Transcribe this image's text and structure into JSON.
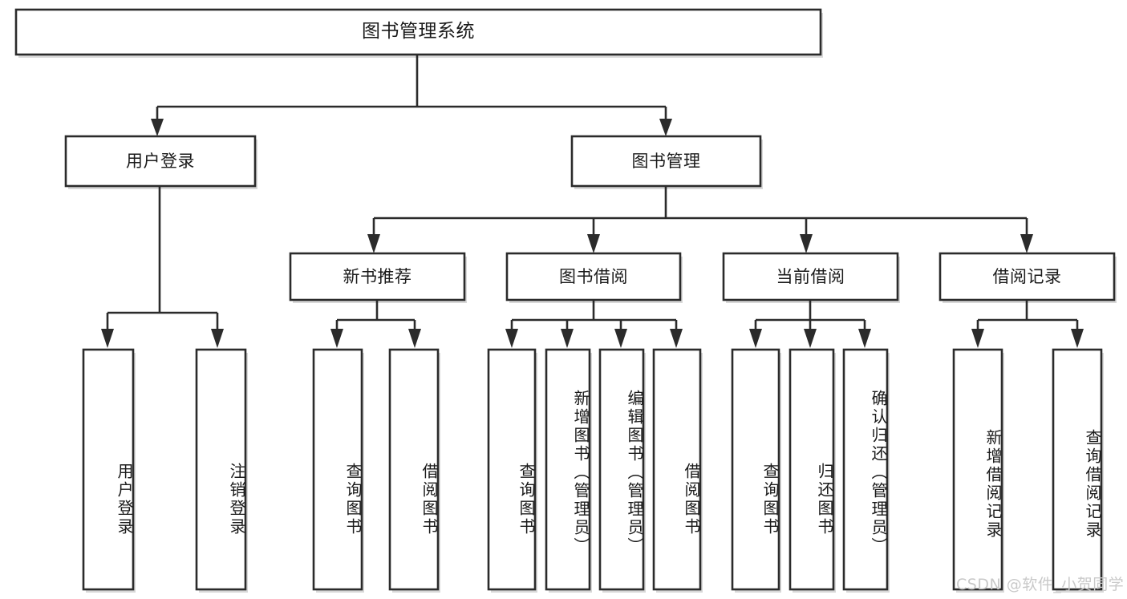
{
  "diagram": {
    "title": "图书管理系统",
    "type": "hierarchy-tree",
    "watermark": "CSDN @软件_小贺同学",
    "colors": {
      "stroke": "#2b2b2b",
      "fill": "#ffffff",
      "text": "#1a1a1a",
      "watermark": "#c9c9c9",
      "background": "#ffffff"
    },
    "nodes": {
      "root": {
        "label": "图书管理系统",
        "level": 1,
        "orientation": "horizontal"
      },
      "level2": [
        {
          "id": "user-login",
          "label": "用户登录",
          "orientation": "horizontal"
        },
        {
          "id": "book-manage",
          "label": "图书管理",
          "orientation": "horizontal"
        }
      ],
      "level3": [
        {
          "id": "new-book-recommend",
          "label": "新书推荐",
          "orientation": "horizontal"
        },
        {
          "id": "book-borrow",
          "label": "图书借阅",
          "orientation": "horizontal"
        },
        {
          "id": "current-borrow",
          "label": "当前借阅",
          "orientation": "horizontal"
        },
        {
          "id": "borrow-record",
          "label": "借阅记录",
          "orientation": "horizontal"
        }
      ],
      "leaves": [
        {
          "id": "leaf-user-login",
          "label": "用户登录",
          "parent": "user-login",
          "orientation": "vertical"
        },
        {
          "id": "leaf-user-logout",
          "label": "注销登录",
          "parent": "user-login",
          "orientation": "vertical"
        },
        {
          "id": "leaf-query-book-1",
          "label": "查询图书",
          "parent": "new-book-recommend",
          "orientation": "vertical"
        },
        {
          "id": "leaf-borrow-book-1",
          "label": "借阅图书",
          "parent": "new-book-recommend",
          "orientation": "vertical"
        },
        {
          "id": "leaf-query-book-2",
          "label": "查询图书",
          "parent": "book-borrow",
          "orientation": "vertical"
        },
        {
          "id": "leaf-add-book",
          "label": "新增图书（管理员）",
          "parent": "book-borrow",
          "orientation": "vertical"
        },
        {
          "id": "leaf-edit-book",
          "label": "编辑图书（管理员）",
          "parent": "book-borrow",
          "orientation": "vertical"
        },
        {
          "id": "leaf-borrow-book-2",
          "label": "借阅图书",
          "parent": "book-borrow",
          "orientation": "vertical"
        },
        {
          "id": "leaf-query-book-3",
          "label": "查询图书",
          "parent": "current-borrow",
          "orientation": "vertical"
        },
        {
          "id": "leaf-return-book",
          "label": "归还图书",
          "parent": "current-borrow",
          "orientation": "vertical"
        },
        {
          "id": "leaf-confirm-return",
          "label": "确认归还（管理员）",
          "parent": "current-borrow",
          "orientation": "vertical"
        },
        {
          "id": "leaf-add-record",
          "label": "新增借阅记录",
          "parent": "borrow-record",
          "orientation": "vertical"
        },
        {
          "id": "leaf-query-record",
          "label": "查询借阅记录",
          "parent": "borrow-record",
          "orientation": "vertical"
        }
      ]
    }
  }
}
